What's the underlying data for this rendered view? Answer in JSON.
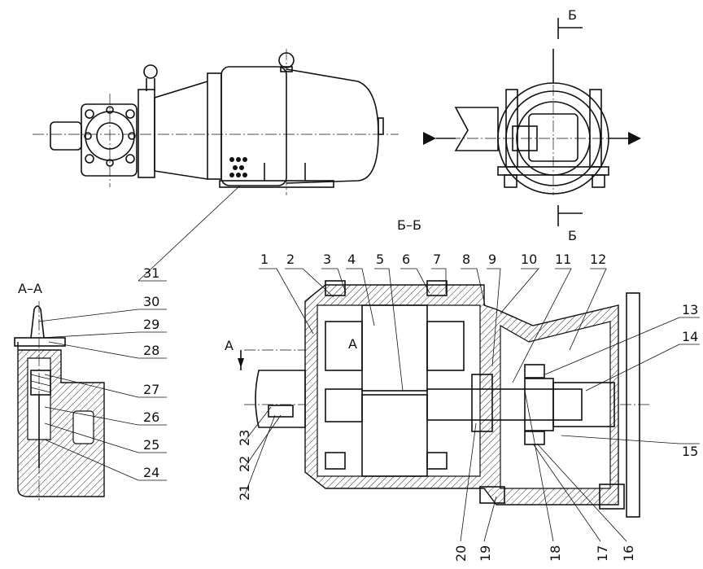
{
  "title": "Pump unit assembly drawing",
  "sections": {
    "section_aa": "А–А",
    "section_bb": "Б–Б",
    "cut_b_top": "Б",
    "cut_b_bottom": "Б",
    "cut_a_left": "А",
    "cut_a_right": "А"
  },
  "part_numbers": [
    "1",
    "2",
    "3",
    "4",
    "5",
    "6",
    "7",
    "8",
    "9",
    "10",
    "11",
    "12",
    "13",
    "14",
    "15",
    "16",
    "17",
    "18",
    "19",
    "20",
    "21",
    "22",
    "23",
    "24",
    "25",
    "26",
    "27",
    "28",
    "29",
    "30",
    "31"
  ]
}
